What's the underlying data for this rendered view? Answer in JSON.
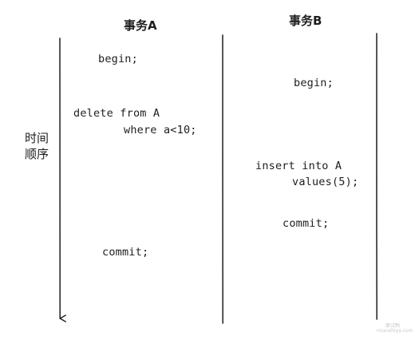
{
  "columns": {
    "a_title": "事务A",
    "b_title": "事务B"
  },
  "time_axis": {
    "label_line1": "时间",
    "label_line2": "顺序"
  },
  "transaction_a": {
    "begin": "begin;",
    "delete_line1": "delete from A",
    "delete_line2": "where a<10;",
    "commit": "commit;"
  },
  "transaction_b": {
    "begin": "begin;",
    "insert_line1": "insert into A",
    "insert_line2": "values(5);",
    "commit": "commit;"
  },
  "watermark": {
    "line1": "面试鸭",
    "line2": "mianshiya.com"
  },
  "colors": {
    "ink": "#1e1e1e",
    "background": "#ffffff"
  }
}
